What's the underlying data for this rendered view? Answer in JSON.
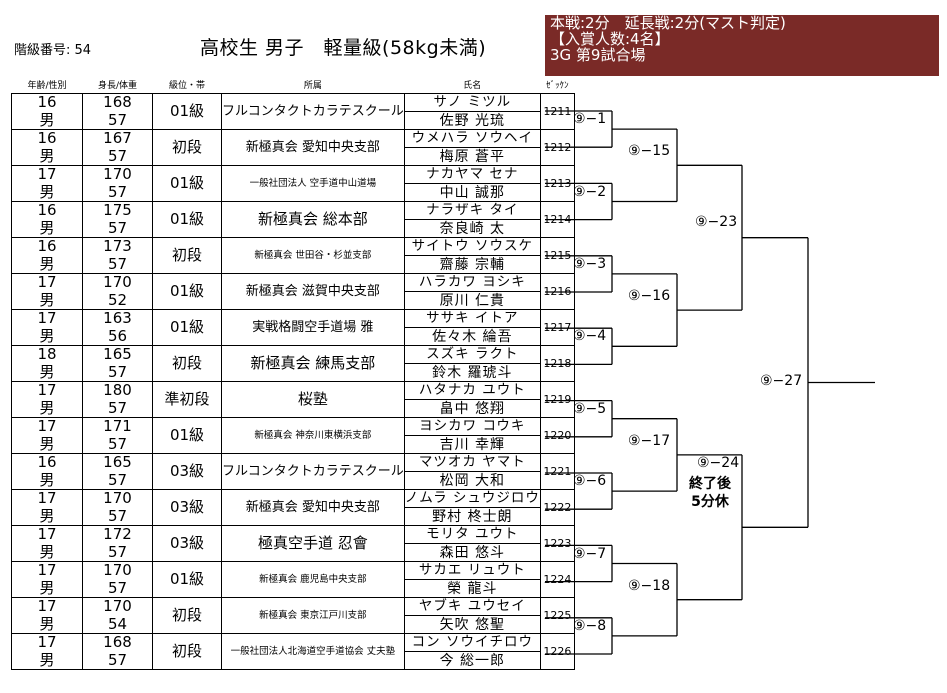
{
  "header": {
    "class_number_label": "階級番号: 54",
    "division_title": "高校生 男子　軽量級(58kg未満)",
    "rules": [
      "本戦:2分　延長戦:2分(マスト判定)",
      "【入賞人数:4名】",
      "3G 第9試合場"
    ]
  },
  "columns": [
    "年齢/性別",
    "身長/体重",
    "級位・帯",
    "所属",
    "氏名",
    "ｾﾞｯｹﾝ"
  ],
  "entries": [
    {
      "age": "16",
      "gender": "男",
      "height": "168",
      "weight": "57",
      "rank": "01級",
      "affiliation": "フルコンタクトカラテスクール",
      "kana": "サノ ミツル",
      "name": "佐野 光琉",
      "bib": "1211"
    },
    {
      "age": "16",
      "gender": "男",
      "height": "167",
      "weight": "57",
      "rank": "初段",
      "affiliation": "新極真会 愛知中央支部",
      "kana": "ウメハラ ソウヘイ",
      "name": "梅原 蒼平",
      "bib": "1212"
    },
    {
      "age": "17",
      "gender": "男",
      "height": "170",
      "weight": "57",
      "rank": "01級",
      "affiliation": "一般社団法人 空手道中山道場",
      "kana": "ナカヤマ セナ",
      "name": "中山 誠那",
      "bib": "1213"
    },
    {
      "age": "16",
      "gender": "男",
      "height": "175",
      "weight": "57",
      "rank": "01級",
      "affiliation": "新極真会 総本部",
      "kana": "ナラザキ タイ",
      "name": "奈良崎 太",
      "bib": "1214"
    },
    {
      "age": "16",
      "gender": "男",
      "height": "173",
      "weight": "57",
      "rank": "初段",
      "affiliation": "新極真会 世田谷・杉並支部",
      "kana": "サイトウ ソウスケ",
      "name": "齋藤 宗輔",
      "bib": "1215"
    },
    {
      "age": "17",
      "gender": "男",
      "height": "170",
      "weight": "52",
      "rank": "01級",
      "affiliation": "新極真会 滋賀中央支部",
      "kana": "ハラカワ ヨシキ",
      "name": "原川 仁貴",
      "bib": "1216"
    },
    {
      "age": "17",
      "gender": "男",
      "height": "163",
      "weight": "56",
      "rank": "01級",
      "affiliation": "実戦格闘空手道場 雅",
      "kana": "ササキ イトア",
      "name": "佐々木 綸吾",
      "bib": "1217"
    },
    {
      "age": "18",
      "gender": "男",
      "height": "165",
      "weight": "57",
      "rank": "初段",
      "affiliation": "新極真会 練馬支部",
      "kana": "スズキ ラクト",
      "name": "鈴木 羅琥斗",
      "bib": "1218"
    },
    {
      "age": "17",
      "gender": "男",
      "height": "180",
      "weight": "57",
      "rank": "準初段",
      "affiliation": "桜塾",
      "kana": "ハタナカ ユウト",
      "name": "畠中 悠翔",
      "bib": "1219"
    },
    {
      "age": "17",
      "gender": "男",
      "height": "171",
      "weight": "57",
      "rank": "01級",
      "affiliation": "新極真会 神奈川東横浜支部",
      "kana": "ヨシカワ コウキ",
      "name": "吉川 幸輝",
      "bib": "1220"
    },
    {
      "age": "16",
      "gender": "男",
      "height": "165",
      "weight": "57",
      "rank": "03級",
      "affiliation": "フルコンタクトカラテスクール",
      "kana": "マツオカ ヤマト",
      "name": "松岡 大和",
      "bib": "1221"
    },
    {
      "age": "17",
      "gender": "男",
      "height": "170",
      "weight": "57",
      "rank": "03級",
      "affiliation": "新極真会 愛知中央支部",
      "kana": "ノムラ シュウジロウ",
      "name": "野村 柊士朗",
      "bib": "1222"
    },
    {
      "age": "17",
      "gender": "男",
      "height": "172",
      "weight": "57",
      "rank": "03級",
      "affiliation": "極真空手道 忍會",
      "kana": "モリタ ユウト",
      "name": "森田 悠斗",
      "bib": "1223"
    },
    {
      "age": "17",
      "gender": "男",
      "height": "170",
      "weight": "57",
      "rank": "01級",
      "affiliation": "新極真会 鹿児島中央支部",
      "kana": "サカエ リュウト",
      "name": "榮 龍斗",
      "bib": "1224"
    },
    {
      "age": "17",
      "gender": "男",
      "height": "170",
      "weight": "54",
      "rank": "初段",
      "affiliation": "新極真会 東京江戸川支部",
      "kana": "ヤブキ ユウセイ",
      "name": "矢吹 悠聖",
      "bib": "1225"
    },
    {
      "age": "17",
      "gender": "男",
      "height": "168",
      "weight": "57",
      "rank": "初段",
      "affiliation": "一般社団法人北海道空手道協会 丈夫塾",
      "kana": "コン ソウイチロウ",
      "name": "今 総一郎",
      "bib": "1226"
    }
  ],
  "matches": {
    "r1": [
      "⑨−1",
      "⑨−2",
      "⑨−3",
      "⑨−4",
      "⑨−5",
      "⑨−6",
      "⑨−7",
      "⑨−8"
    ],
    "r2": [
      "⑨−15",
      "⑨−16",
      "⑨−17",
      "⑨−18"
    ],
    "r3": [
      "⑨−23",
      "⑨−24"
    ],
    "final": "⑨−27",
    "rest_note": [
      "終了後",
      "5分休"
    ]
  }
}
